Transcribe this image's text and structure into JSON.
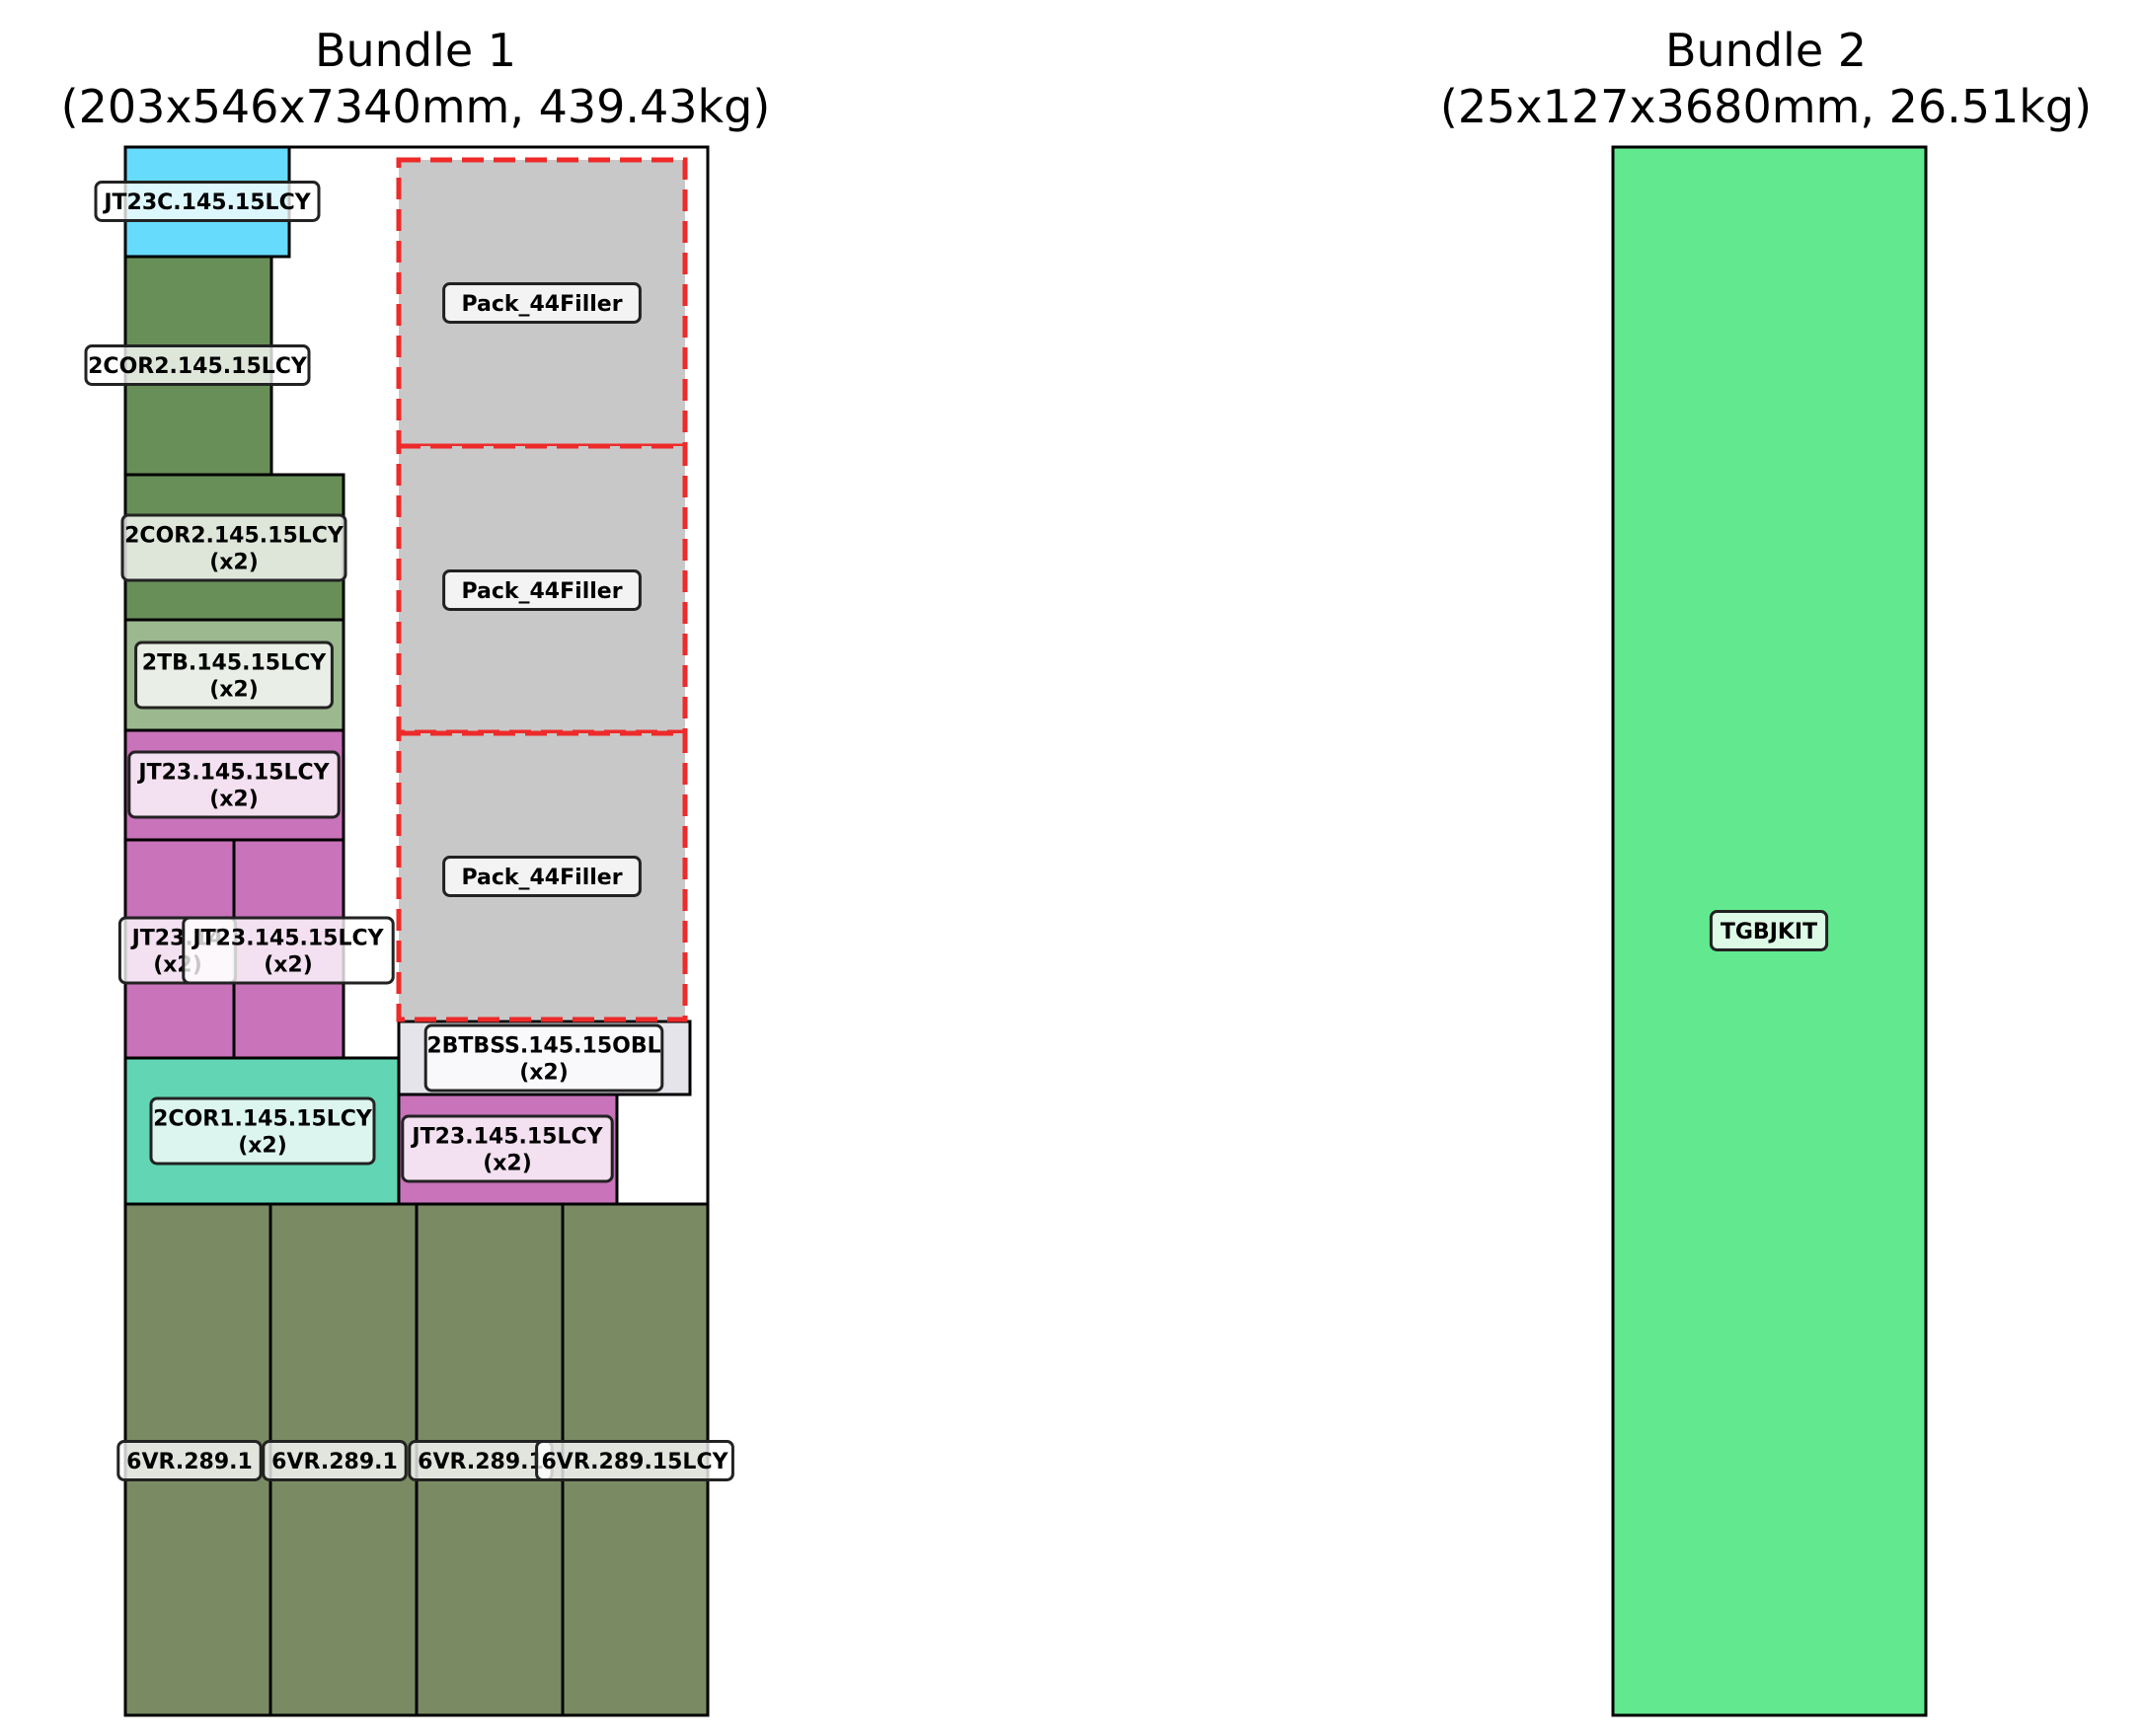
{
  "bundles": [
    {
      "title_line1": "Bundle 1",
      "title_line2": "(203x546x7340mm, 439.43kg)",
      "items": [
        {
          "label": "JT23C.145.15LCY",
          "fill": "#67dbfb"
        },
        {
          "label": "2COR2.145.15LCY",
          "fill": "#698f58"
        },
        {
          "label": "2COR2.145.15LCY",
          "qty": "(x2)",
          "fill": "#698f58"
        },
        {
          "label": "2TB.145.15LCY",
          "qty": "(x2)",
          "fill": "#9cb88f"
        },
        {
          "label": "JT23.145.15LCY",
          "qty": "(x2)",
          "fill": "#c873ba"
        },
        {
          "label": "JT23.14",
          "qty": "(x2)",
          "fill": "#c873ba"
        },
        {
          "label": "JT23.145.15LCY",
          "qty": "(x2)",
          "fill": "#c873ba"
        },
        {
          "label": "2COR1.145.15LCY",
          "qty": "(x2)",
          "fill": "#62d6b4"
        },
        {
          "label": "JT23.145.15LCY",
          "qty": "(x2)",
          "fill": "#c873ba"
        },
        {
          "label": "2BTBSS.145.15OBL",
          "qty": "(x2)",
          "fill": "#e4e4ea"
        },
        {
          "label": "Pack_44Filler",
          "fill": "#c8c8c8",
          "filler": true
        },
        {
          "label": "Pack_44Filler",
          "fill": "#c8c8c8",
          "filler": true
        },
        {
          "label": "Pack_44Filler",
          "fill": "#c8c8c8",
          "filler": true
        },
        {
          "label": "6VR.289.1",
          "fill": "#7a8b64"
        },
        {
          "label": "6VR.289.1",
          "fill": "#7a8b64"
        },
        {
          "label": "6VR.289.1",
          "fill": "#7a8b64"
        },
        {
          "label": "6VR.289.15LCY",
          "fill": "#7a8b64"
        }
      ]
    },
    {
      "title_line1": "Bundle 2",
      "title_line2": "(25x127x3680mm, 26.51kg)",
      "items": [
        {
          "label": "TGBJKIT",
          "fill": "#62e98f"
        }
      ]
    }
  ],
  "colors": {
    "outline": "#000000",
    "filler_border": "#ee2a2a",
    "label_bg": "#ffffff"
  }
}
